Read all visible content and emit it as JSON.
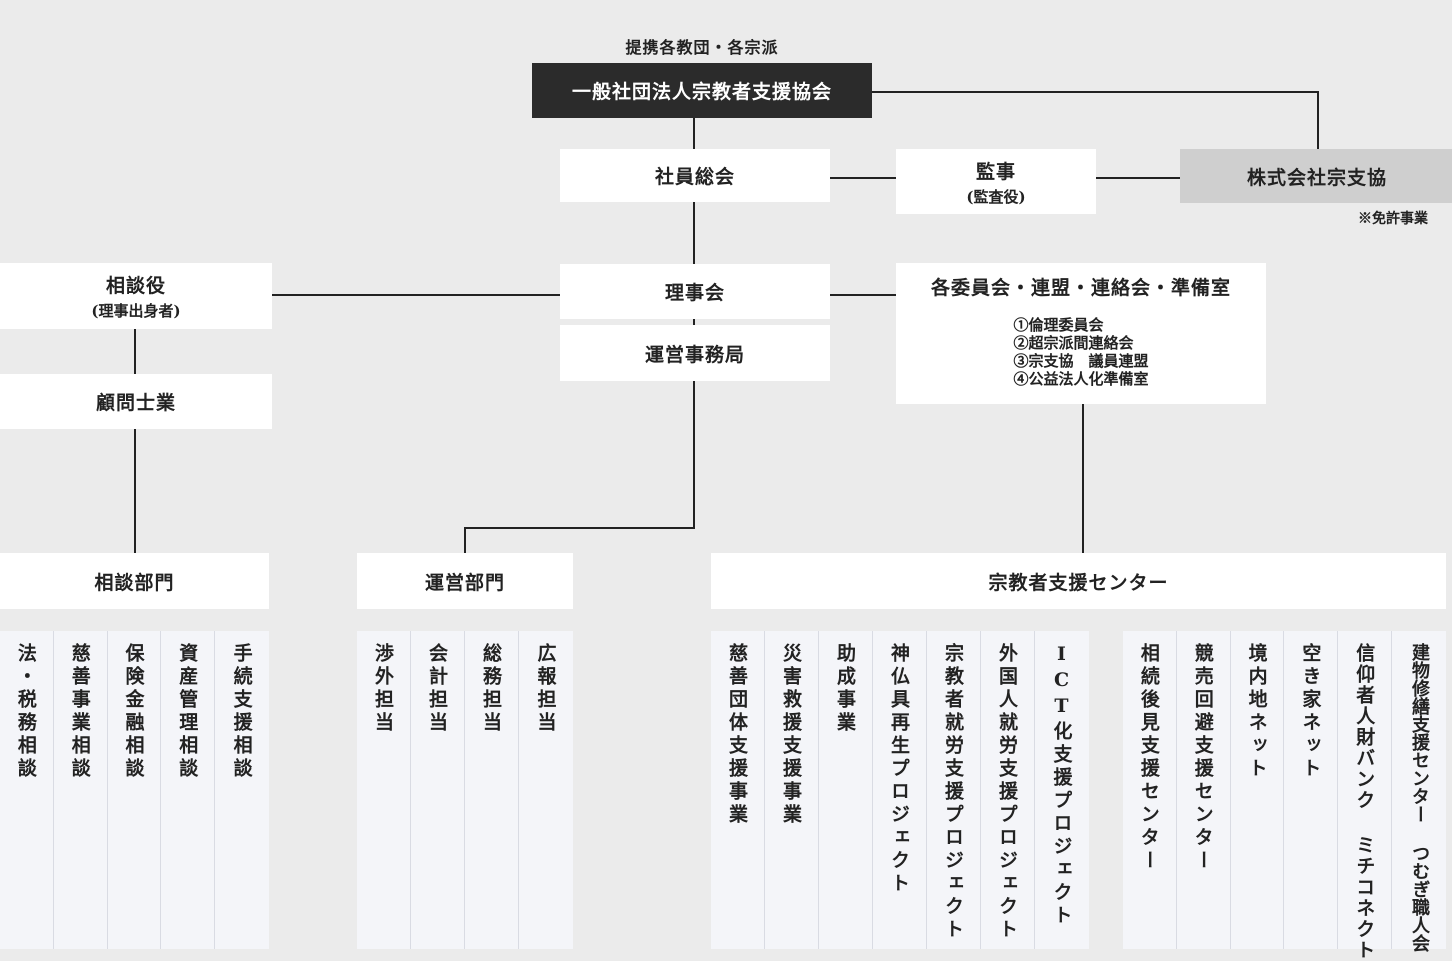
{
  "caption": "提携各教団・各宗派",
  "association": "一般社団法人宗教者支援協会",
  "company": "株式会社宗支協",
  "license_note": "※免許事業",
  "general_meeting": "社員総会",
  "auditor": {
    "title": "監事",
    "sub": "(監査役)"
  },
  "board": "理事会",
  "secretariat": "運営事務局",
  "advisor": {
    "title": "相談役",
    "sub": "(理事出身者)"
  },
  "consultants": "顧問士業",
  "committees": {
    "title": "各委員会・連盟・連絡会・準備室",
    "items": [
      "①倫理委員会",
      "②超宗派間連絡会",
      "③宗支協　議員連盟",
      "④公益法人化準備室"
    ]
  },
  "departments": {
    "consultation": {
      "title": "相談部門",
      "items": [
        "法・税務相談",
        "慈善事業相談",
        "保険金融相談",
        "資産管理相談",
        "手続支援相談"
      ]
    },
    "operations": {
      "title": "運営部門",
      "items": [
        "渉外担当",
        "会計担当",
        "総務担当",
        "広報担当"
      ]
    },
    "support_center": {
      "title": "宗教者支援センター",
      "group1": [
        "慈善団体支援事業",
        "災害救援支援事業",
        "助成事業",
        "神仏具再生プロジェクト",
        "宗教者就労支援プロジェクト",
        "外国人就労支援プロジェクト",
        "ICT化支援プロジェクト"
      ],
      "group2": [
        "相続後見支援センター",
        "競売回避支援センター",
        "境内地ネット",
        "空き家ネット",
        "信仰者人財バンク ミチコネクト",
        "建物修繕支援センター つむぎ職人会"
      ]
    }
  }
}
